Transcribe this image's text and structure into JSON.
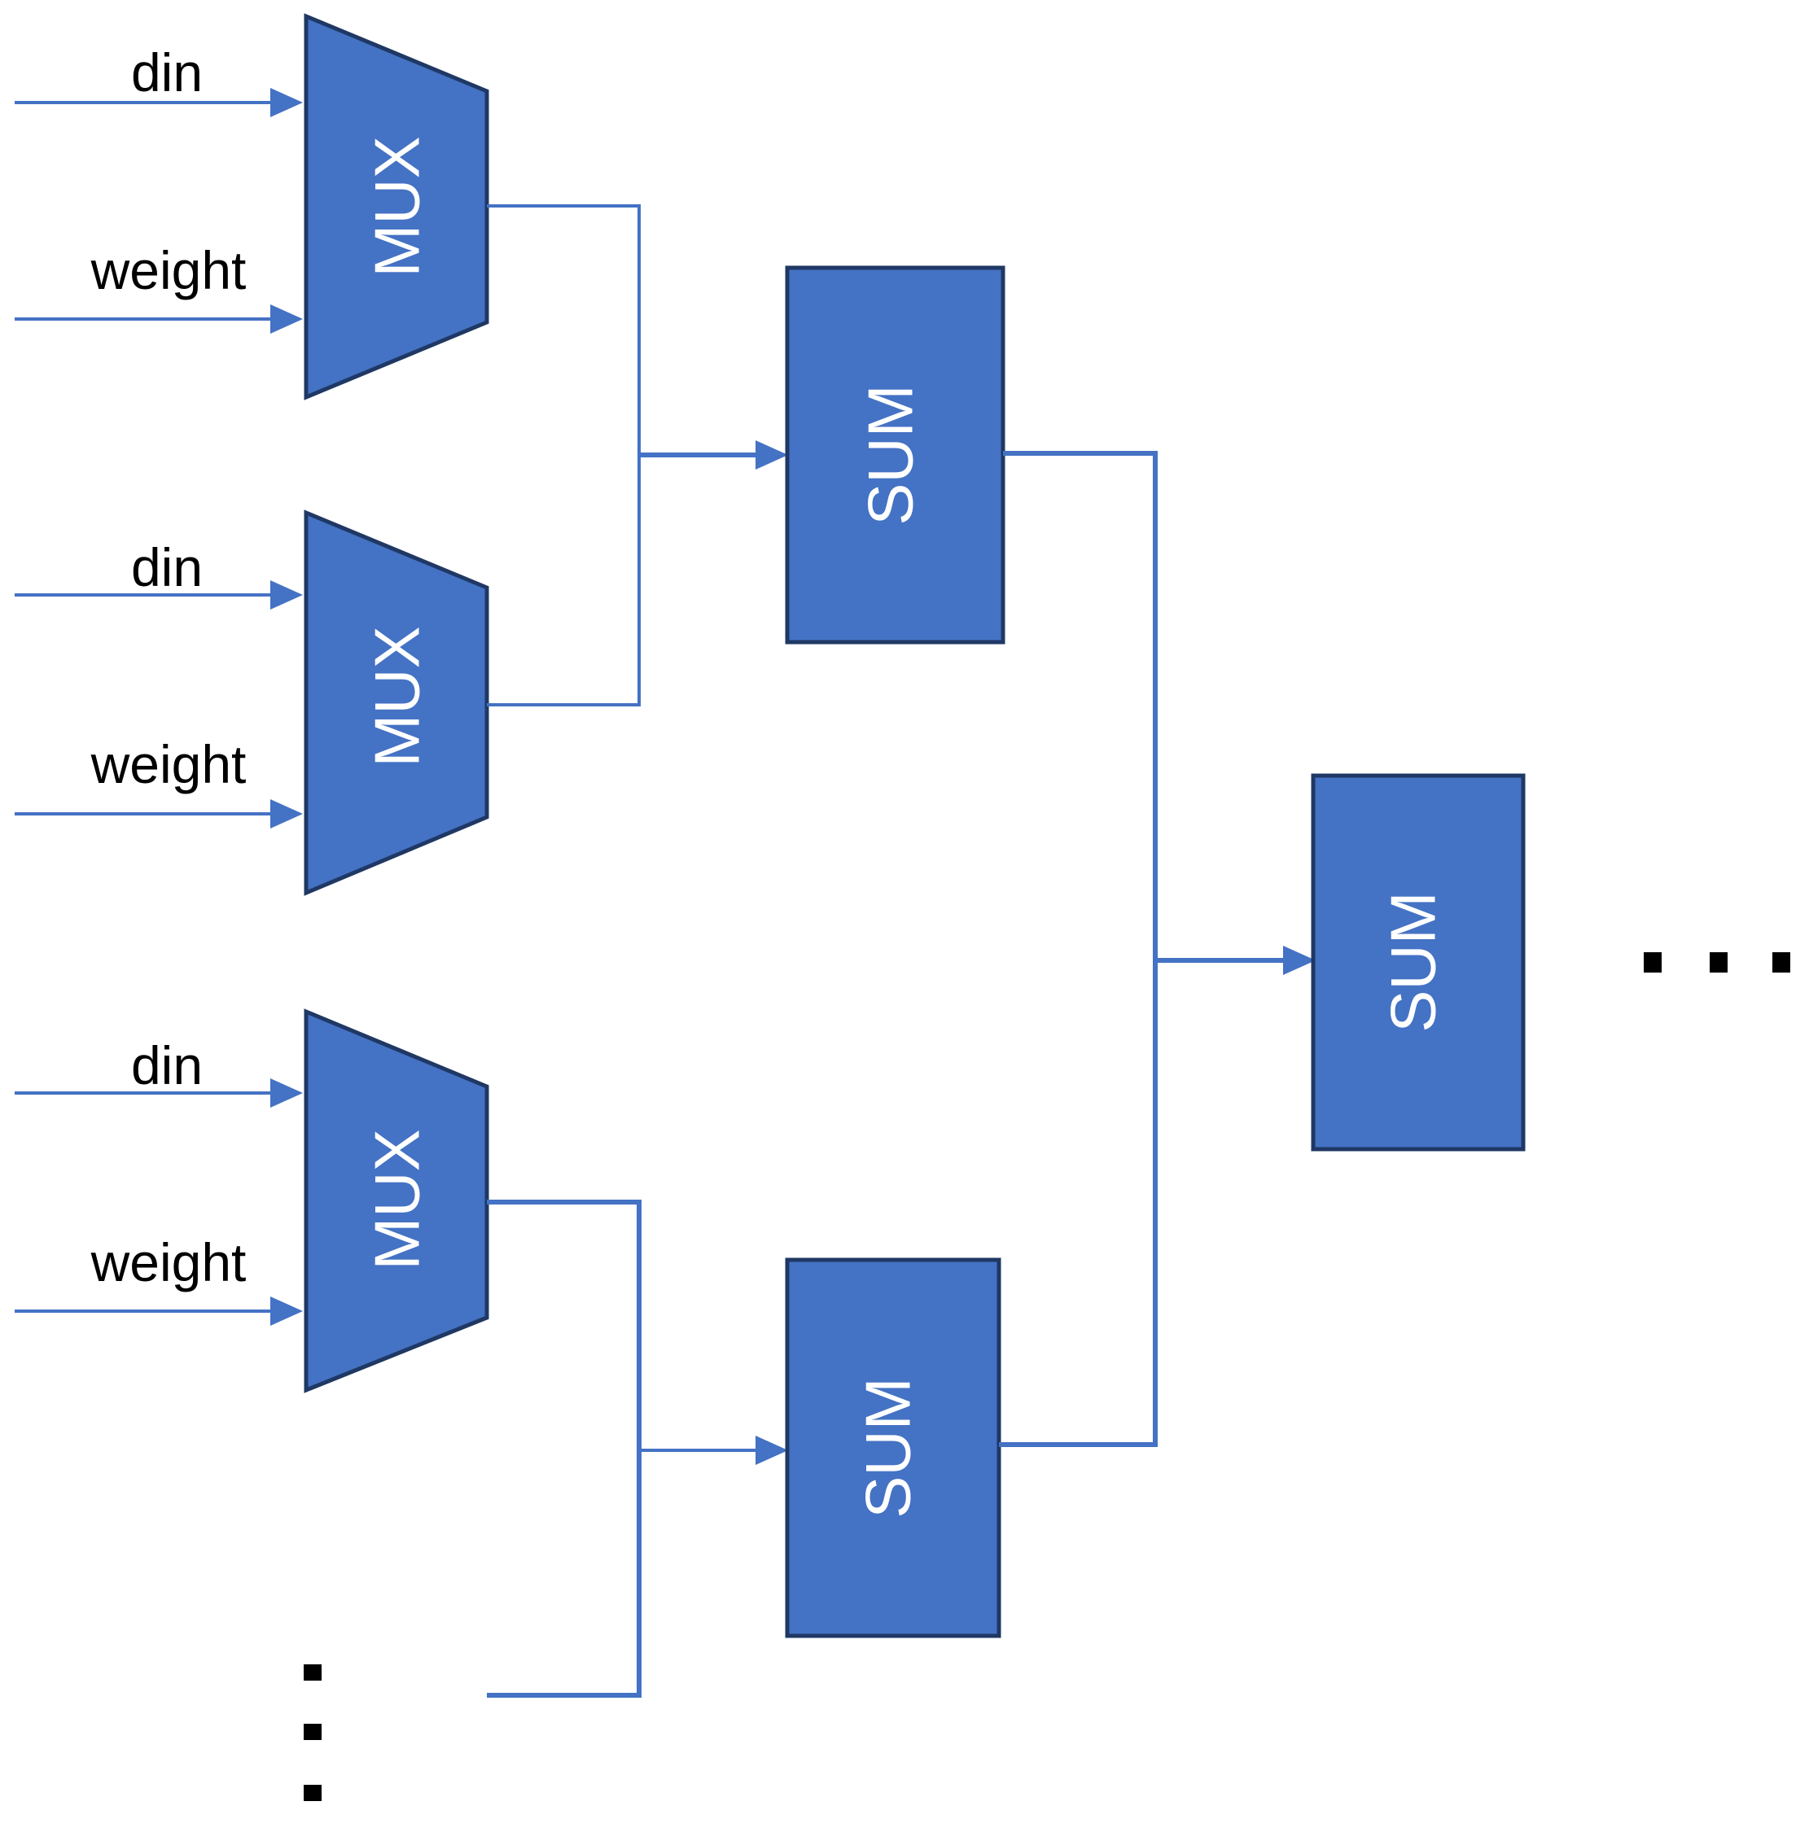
{
  "diagram": {
    "mux_units": [
      {
        "label": "MUX",
        "inputs": [
          "din",
          "weight"
        ]
      },
      {
        "label": "MUX",
        "inputs": [
          "din",
          "weight"
        ]
      },
      {
        "label": "MUX",
        "inputs": [
          "din",
          "weight"
        ]
      }
    ],
    "sum_level1": [
      {
        "label": "SUM"
      },
      {
        "label": "SUM"
      }
    ],
    "sum_level2": [
      {
        "label": "SUM"
      }
    ],
    "continuation_markers": {
      "vertical": "⋮",
      "horizontal": "…"
    },
    "colors": {
      "block_fill": "#4472C4",
      "block_border": "#1f3864",
      "wire": "#4472C4",
      "block_text": "#ffffff",
      "signal_text": "#000000"
    }
  }
}
